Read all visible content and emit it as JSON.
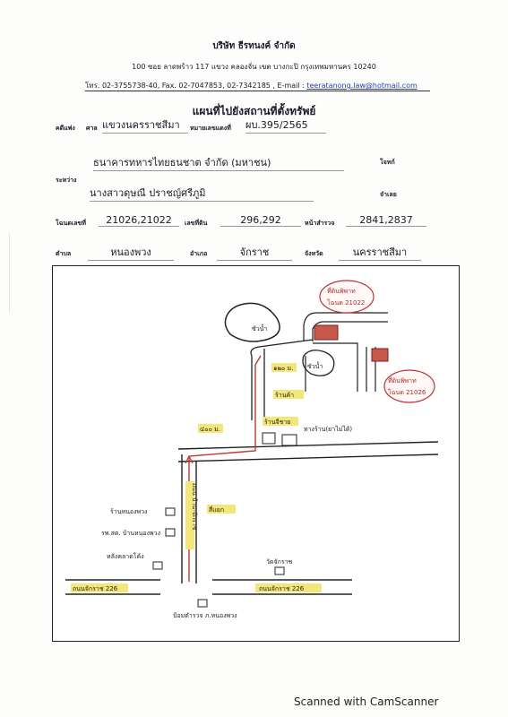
{
  "letterhead": {
    "company": "บริษัท ธีรทนงค์ จำกัด",
    "address": "100 ซอย ลาดพร้าว 117 แขวง คลองจั่น เขต บางกะปิ กรุงเทพมหานคร 10240",
    "contact": "โทร. 02-3755738-40, Fax. 02-7047853, 02-7342185 , E-mail :",
    "email": "teeratanong.law@hotmail.com"
  },
  "title": "แผนที่ไปยังสถานที่ตั้งทรัพย์",
  "form": {
    "case_label": "คดีแพ่ง",
    "court_label": "ศาล",
    "court": "แขวงนครราชสีมา",
    "black_no_label": "หมายเลขแดงที่",
    "black_no": "ผบ.395/2565",
    "plaintiff": "ธนาคารทหารไทยธนชาต จำกัด (มหาชน)",
    "plaintiff_label": "โจทก์",
    "between_label": "ระหว่าง",
    "defendant": "นางสาวดุษณี ปราชญ์ศรีภูมิ",
    "defendant_label": "จำเลย",
    "title_deed_label": "โฉนดเลขที่",
    "title_deed": "21026,21022",
    "land_no_label": "เลขที่ดิน",
    "land_no": "296,292",
    "survey_label": "หน้าสำรวจ",
    "survey": "2841,2837",
    "subdistrict_label": "ตำบล",
    "subdistrict": "หนองพวง",
    "district_label": "อำเภอ",
    "district": "จักราช",
    "province_label": "จังหวัด",
    "province": "นครราชสีมา"
  },
  "map": {
    "pond_1": "ซัวน้ำ",
    "pond_2": "ซัวน้ำ",
    "parcel_1": "ที่ดินพิพาท",
    "parcel_1_no": "โฉนด 21022",
    "parcel_2": "ที่ดินพิพาท",
    "parcel_2_no": "โฉนด 21026",
    "dist_1": "๑๒๐ ม.",
    "dist_2": "๔๐๐ ม.",
    "shop": "ร้านค้า",
    "shop_2": "ร้านจีชาย",
    "pole": "ทางร้าน(ยาไม่ได้)",
    "school": "ร้านหนองพวง",
    "health": "รพ.สต. บ้านหนองพวง",
    "market": "หลังคลาดโค้ง",
    "road_vertical": "ถนน บ้าน-จักราช",
    "road_left": "ถนนจักราช 226",
    "road_right": "ถนนจักราช 226",
    "temple": "วัดจักราช",
    "police": "ป้อมตำรวจ ภ.หนองพวง",
    "junction": "สี่แยก"
  },
  "footer": "Scanned with CamScanner"
}
